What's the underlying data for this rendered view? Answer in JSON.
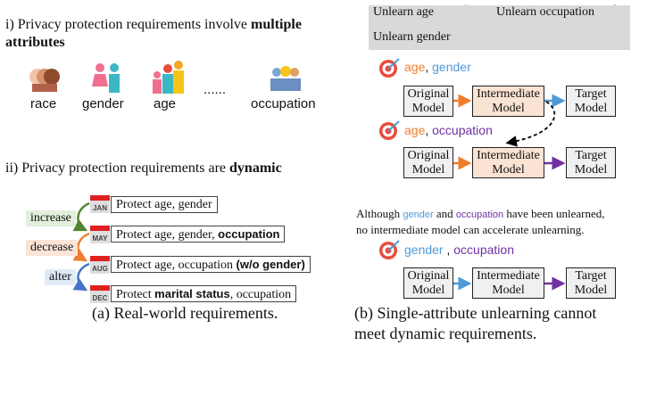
{
  "left": {
    "title_i": "i) Privacy protection requirements involve ",
    "title_i_bold": "multiple attributes",
    "attributes": [
      {
        "label": "race",
        "icon": "race-faces-icon"
      },
      {
        "label": "gender",
        "icon": "gender-people-icon"
      },
      {
        "label": "age",
        "icon": "age-family-icon"
      },
      {
        "label": "......",
        "icon": ""
      },
      {
        "label": "occupation",
        "icon": "occupation-workers-icon"
      }
    ],
    "title_ii": "ii) Privacy protection requirements are ",
    "title_ii_bold": "dynamic",
    "timeline": [
      {
        "month": "JAN",
        "text": "Protect age, gender",
        "bold": ""
      },
      {
        "month": "MAY",
        "text": "Protect age, gender, ",
        "bold": "occupation"
      },
      {
        "month": "AUG",
        "text": "Protect age, occupation ",
        "bold": "(w/o gender)"
      },
      {
        "month": "DEC",
        "text_pre": "Protect ",
        "bold": "marital status",
        "text": ", occupation"
      }
    ],
    "transitions": [
      {
        "label": "increase",
        "color": "#548235",
        "bg": "#e2efda"
      },
      {
        "label": "decrease",
        "color": "#ed7d31",
        "bg": "#fbe3d6"
      },
      {
        "label": "alter",
        "color": "#4472c4",
        "bg": "#deebf7"
      }
    ],
    "caption": "(a)  Real-world requirements."
  },
  "right": {
    "legend": [
      {
        "label": "Unlearn age",
        "color": "#ef7d2d"
      },
      {
        "label": "Unlearn occupation",
        "color": "#7030a0"
      },
      {
        "label": "Unlearn gender",
        "color": "#4f9ad6"
      }
    ],
    "scenarios": [
      {
        "attr1": "age",
        "sep": ", ",
        "attr2": "gender"
      },
      {
        "attr1": "age",
        "sep": ", ",
        "attr2": "occupation"
      },
      {
        "attr1": "gender",
        "sep": " , ",
        "attr2": "occupation"
      }
    ],
    "models": {
      "original": "Original Model",
      "intermediate": "Intermediate Model",
      "target": "Target Model"
    },
    "note_pre": "Although ",
    "note_g": "gender",
    "note_and": " and ",
    "note_o": "occupation",
    "note_post": " have been unlearned,",
    "note_line2": "no intermediate model can accelerate unlearning.",
    "caption_line1": "(b)  Single-attribute unlearning cannot",
    "caption_line2": "meet dynamic requirements."
  }
}
